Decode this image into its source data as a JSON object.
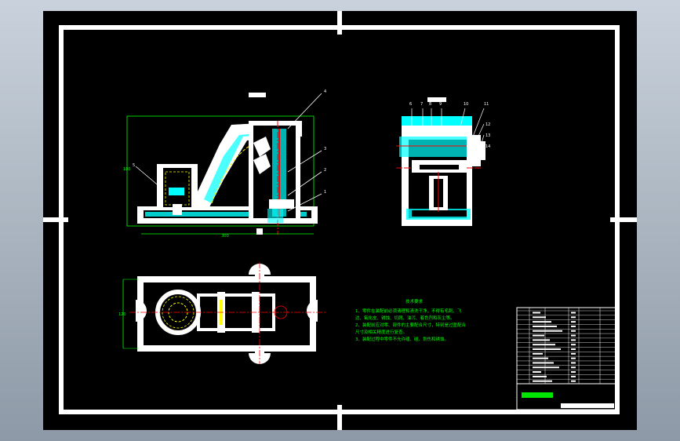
{
  "viewer": {
    "background_color": "#000000",
    "frame_color": "#ffffff",
    "line_colors": {
      "section_hatch": "#00ffff",
      "outline": "#ffffff",
      "dimension": "#00ff00",
      "centerline": "#ff0000",
      "hidden": "#ffff00",
      "leader": "#ffffff",
      "notes": "#00ff00"
    }
  },
  "drawing": {
    "views": [
      "front-section-view",
      "side-section-view",
      "top-view"
    ],
    "balloons_front": [
      "4",
      "3",
      "2",
      "1",
      "5"
    ],
    "balloons_side": [
      "6",
      "7",
      "8",
      "9",
      "10",
      "11",
      "12",
      "13",
      "14"
    ],
    "dim_width": "300",
    "dim_height": "180",
    "dim_depth": "120"
  },
  "notes": {
    "title": "技术要求",
    "lines": [
      "1、零件在装配前必须清理和清洗干净，不得有毛刺、飞",
      "边、氧化皮、锈蚀、切屑、油污、着色剂和灰尘等。",
      "2、装配前应对零、部件的主要配合尺寸，特别是过盈配合",
      "尺寸及相关精度进行复查。",
      "3、装配过程中零件不允许磕、碰、划伤和锈蚀。"
    ]
  },
  "title_block": {
    "rows": 16
  }
}
